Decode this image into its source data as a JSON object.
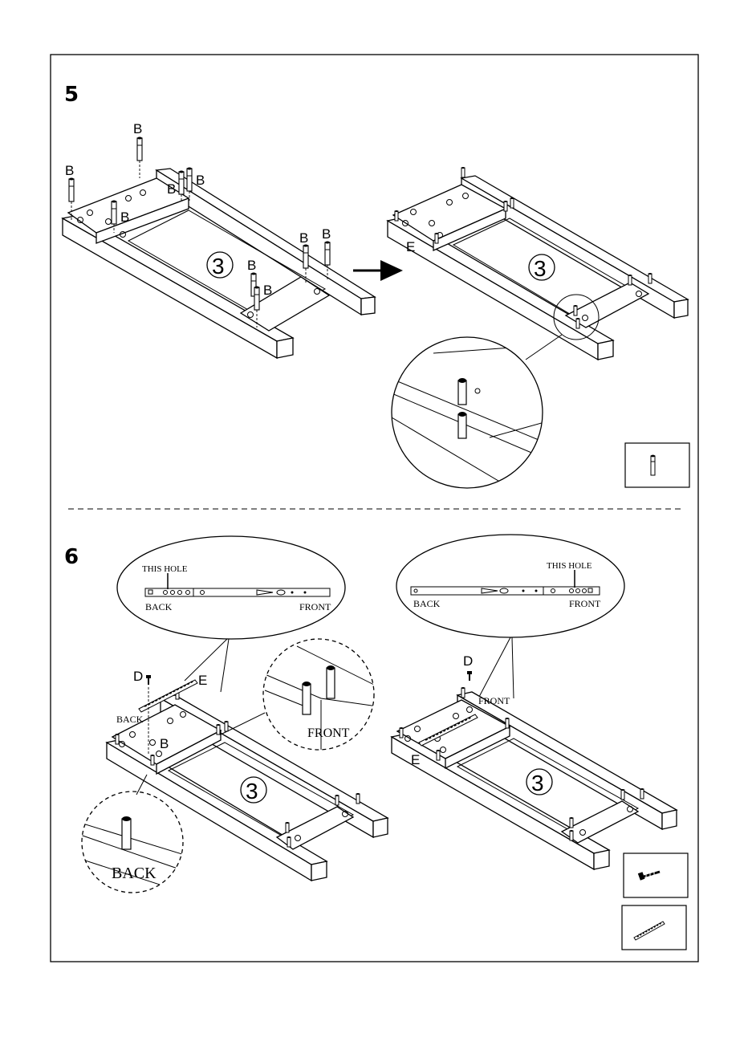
{
  "steps": [
    {
      "number": "5",
      "labels": {
        "dowel": "B",
        "rail": "E"
      },
      "part_number": "3",
      "hardware_icons": [
        "dowel-icon"
      ]
    },
    {
      "number": "6",
      "labels": {
        "screw": "D",
        "rail": "E",
        "dowel": "B"
      },
      "part_number": "3",
      "callout_left": {
        "hole": "THIS HOLE",
        "back": "BACK",
        "front": "FRONT"
      },
      "callout_right": {
        "hole": "THIS HOLE",
        "back": "BACK",
        "front": "FRONT"
      },
      "detail_front": "FRONT",
      "detail_back": "BACK",
      "label_back": "BACK",
      "label_front": "FRONT",
      "hardware_icons": [
        "screw-icon",
        "drawer-runner-icon"
      ]
    }
  ]
}
